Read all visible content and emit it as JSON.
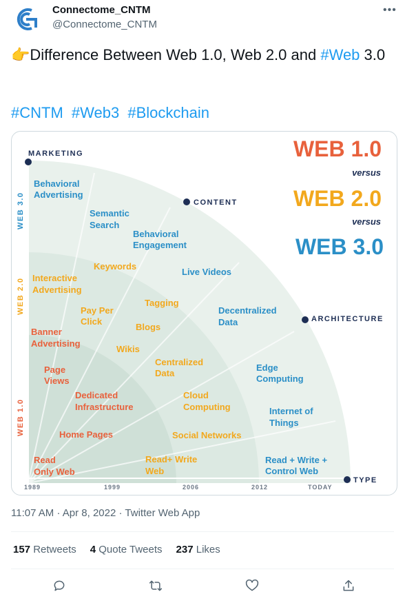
{
  "author": {
    "display_name": "Connectome_CNTM",
    "handle": "@Connectome_CNTM"
  },
  "tweet": {
    "emoji": "👉",
    "text_before": "Difference Between Web 1.0, Web 2.0 and ",
    "hashtag_inline": "#Web",
    "text_after": " 3.0",
    "hashtags": [
      "#CNTM",
      "#Web3",
      "#Blockchain"
    ]
  },
  "infographic": {
    "axis_y_label": "MARKETING",
    "axis_x_label": "TYPE",
    "label_content": "CONTENT",
    "label_architecture": "ARCHITECTURE",
    "title_web1": "WEB 1.0",
    "title_web2": "WEB 2.0",
    "title_web3": "WEB 3.0",
    "versus": "versus",
    "side_web3": "WEB 3.0",
    "side_web2": "WEB 2.0",
    "side_web1": "WEB 1.0",
    "years": [
      "1989",
      "1999",
      "2006",
      "2012",
      "TODAY"
    ],
    "web3_items": [
      "Behavioral",
      "Advertising",
      "Semantic",
      "Search",
      "Behavioral",
      "Engagement",
      "Live Videos",
      "Decentralized",
      "Data",
      "Edge",
      "Computing",
      "Internet of",
      "Things",
      "Read + Write +",
      "Control Web"
    ],
    "web2_items": [
      "Keywords",
      "Interactive",
      "Advertising",
      "Pay Per",
      "Click",
      "Tagging",
      "Blogs",
      "Wikis",
      "Centralized",
      "Data",
      "Cloud",
      "Computing",
      "Social Networks",
      "Read+ Write",
      "Web"
    ],
    "web1_items": [
      "Banner",
      "Advertising",
      "Page",
      "Views",
      "Dedicated",
      "Infrastructure",
      "Home Pages",
      "Read",
      "Only Web"
    ],
    "colors": {
      "web1": "#e8613c",
      "web2": "#f2a81d",
      "web3": "#2b8fc7",
      "navy": "#1d2e54"
    }
  },
  "meta": {
    "time": "11:07 AM",
    "date": "Apr 8, 2022",
    "source": "Twitter Web App",
    "separator": "·"
  },
  "stats": {
    "retweets_count": "157",
    "retweets_label": "Retweets",
    "quotes_count": "4",
    "quotes_label": "Quote Tweets",
    "likes_count": "237",
    "likes_label": "Likes"
  },
  "actions": [
    "reply-icon",
    "retweet-icon",
    "like-icon",
    "share-icon"
  ]
}
